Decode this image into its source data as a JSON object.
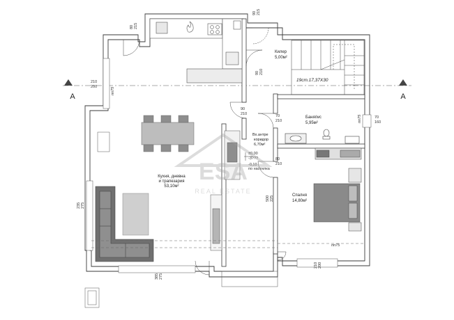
{
  "rooms": {
    "kitchen": {
      "name_line1": "Кухня, дневна",
      "name_line2": "и трапезария",
      "area": "53,10м²"
    },
    "storage": {
      "name": "Килер",
      "area": "5,00м²"
    },
    "stair": {
      "label": "19ст.17,37Х30"
    },
    "bathroom": {
      "name": "Баня/wc",
      "area": "5,95м²"
    },
    "corridor": {
      "name_line1": "Вх.антре",
      "name_line2": "коридор",
      "area": "6,70м²"
    },
    "bedroom": {
      "name": "Спалня",
      "area": "14,80м²"
    }
  },
  "levels": {
    "l1": "±0,00",
    "l2": "-3???",
    "l3": "-0,10",
    "l4": "по настилка"
  },
  "section_marks": {
    "left": "А",
    "right": "А"
  },
  "dimensions": {
    "d1": [
      "80",
      "215"
    ],
    "d2": [
      "90",
      "215"
    ],
    "d3": [
      "90",
      "210"
    ],
    "d4": [
      "210",
      "200"
    ],
    "d5": "пп75",
    "d6": [
      "90",
      "210"
    ],
    "d7": [
      "70",
      "210"
    ],
    "d8": "пп75",
    "d9": [
      "70",
      "160"
    ],
    "d10": [
      "80",
      "210"
    ],
    "d11": [
      "500",
      "225"
    ],
    "d12": [
      "235",
      "275"
    ],
    "d13": [
      "385",
      "275"
    ],
    "d14": "пп75",
    "d15": [
      "210",
      "200"
    ]
  },
  "watermark": {
    "main": "ESA",
    "sub": "REAL ESTATE"
  },
  "colors": {
    "wall": "#8a8a8a",
    "line": "#3a3a3a",
    "furniture": "#9a9a9a",
    "sofa": "#6f6f6f",
    "rug": "#cfcfcf",
    "watermark": "#9e9e9e"
  }
}
